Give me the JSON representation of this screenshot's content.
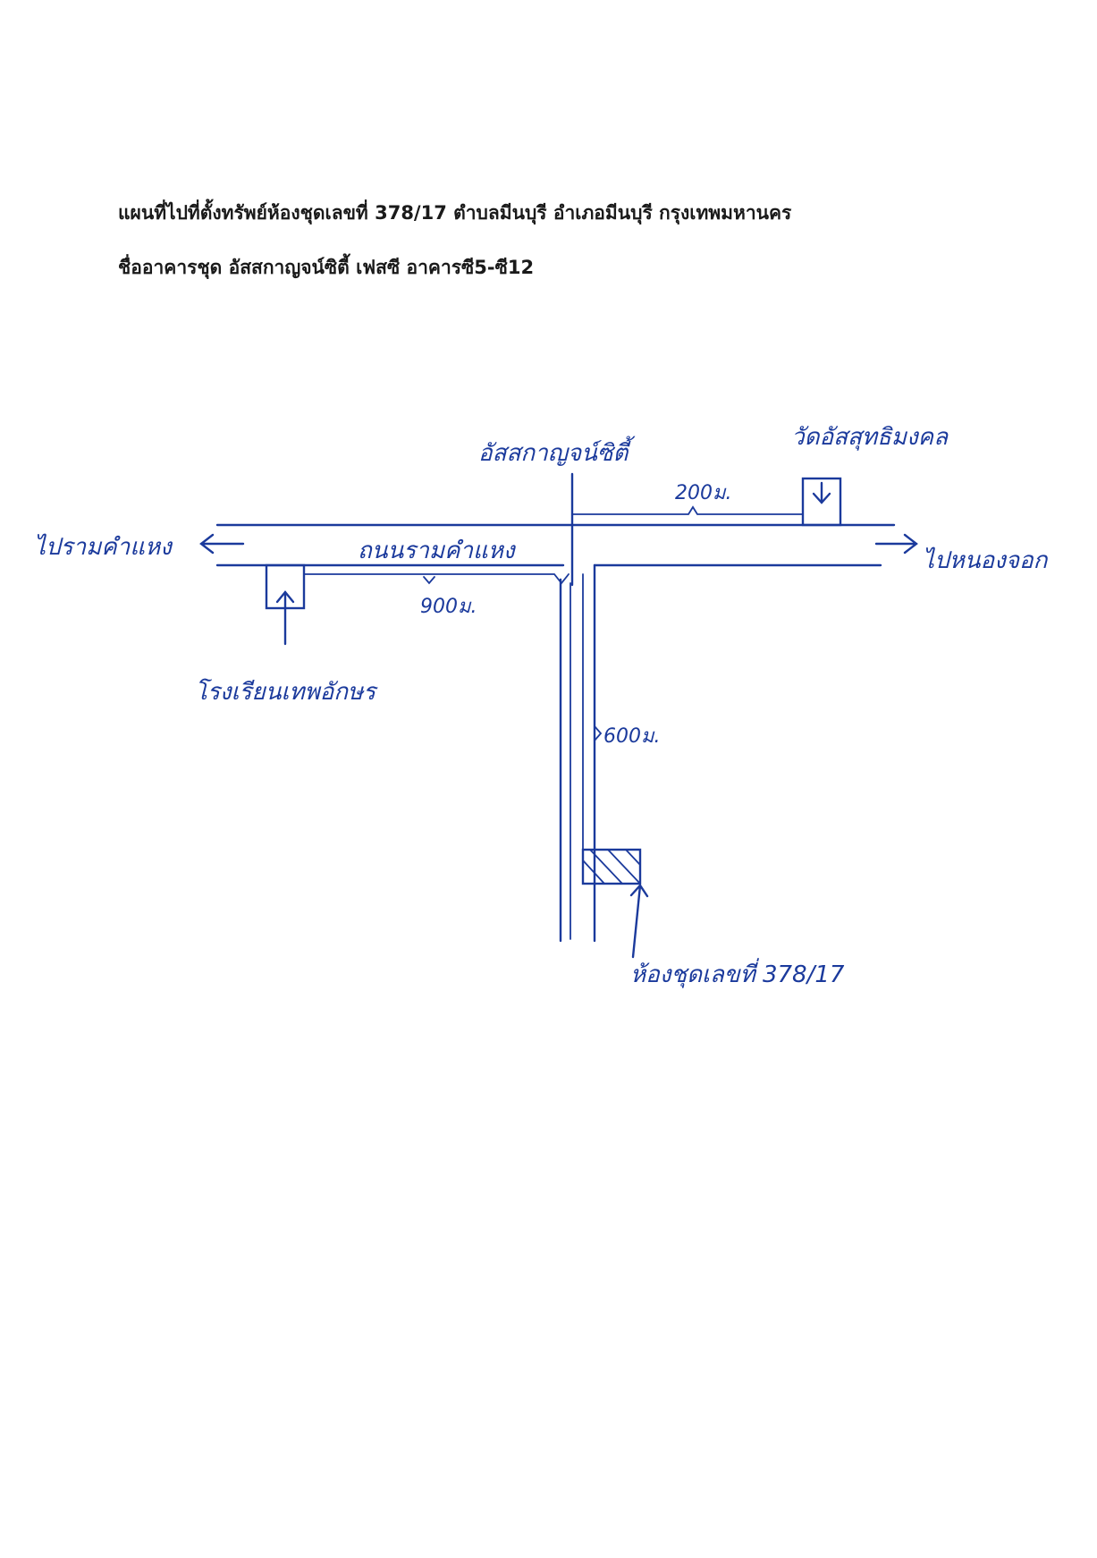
{
  "header": {
    "line1": "แผนที่ไปที่ตั้งทรัพย์ห้องชุดเลขที่ 378/17 ตำบลมีนบุรี อำเภอมีนบุรี กรุงเทพมหานคร",
    "line2": "ชื่ออาคารชุด อัสสกาญจน์ซิตี้ เฟสซี อาคารซี5-ซี12"
  },
  "map": {
    "landmark_top_center": "อัสสกาญจน์ซิตี้",
    "landmark_top_right": "วัดอัสสุทธิมงคล",
    "to_left": "ไปรามคำแหง",
    "to_right": "ไปหนองจอก",
    "road_name": "ถนนรามคำแหง",
    "dist_right": "200ม.",
    "dist_left": "900ม.",
    "dist_down": "600ม.",
    "school": "โรงเรียนเทพอักษร",
    "unit_label": "ห้องชุดเลขที่ 378/17"
  },
  "colors": {
    "ink": "#1b3a9c",
    "print": "#1a1a1a"
  }
}
